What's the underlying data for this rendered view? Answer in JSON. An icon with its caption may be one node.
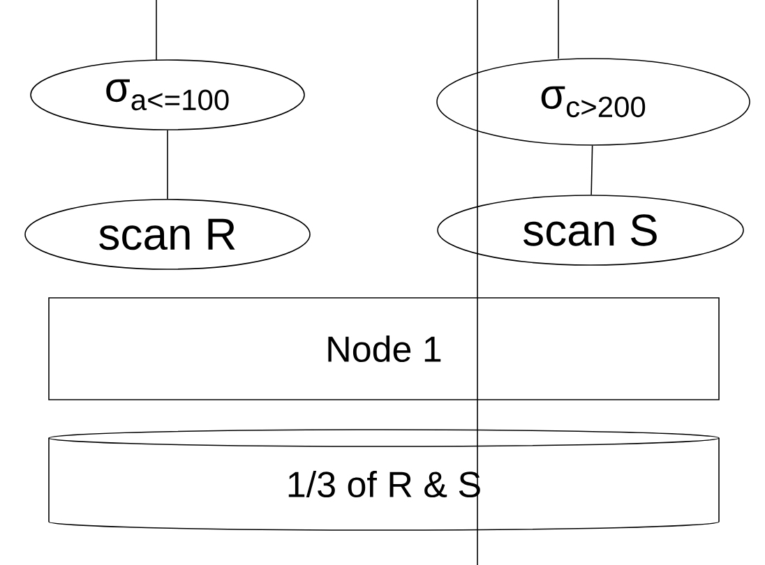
{
  "diagram": {
    "nodes": [
      {
        "text": [
          "σ$_{a<=100}$"
        ]
      },
      {
        "text": [
          "σ$_{c>200}$"
        ]
      },
      {
        "text": [
          "scan R"
        ]
      },
      {
        "text": [
          "scan S"
        ]
      },
      {
        "text": [
          "Node 1"
        ]
      },
      {
        "text": [
          "1/3 of R & S"
        ]
      }
    ],
    "edges": [
      {
        "from": null,
        "to": 0,
        "arrow": "none"
      },
      {
        "from": null,
        "to": 1,
        "arrow": "none"
      },
      {
        "from": 2,
        "to": 0,
        "arrow": "none"
      },
      {
        "from": 3,
        "to": 1,
        "arrow": "none"
      }
    ]
  }
}
